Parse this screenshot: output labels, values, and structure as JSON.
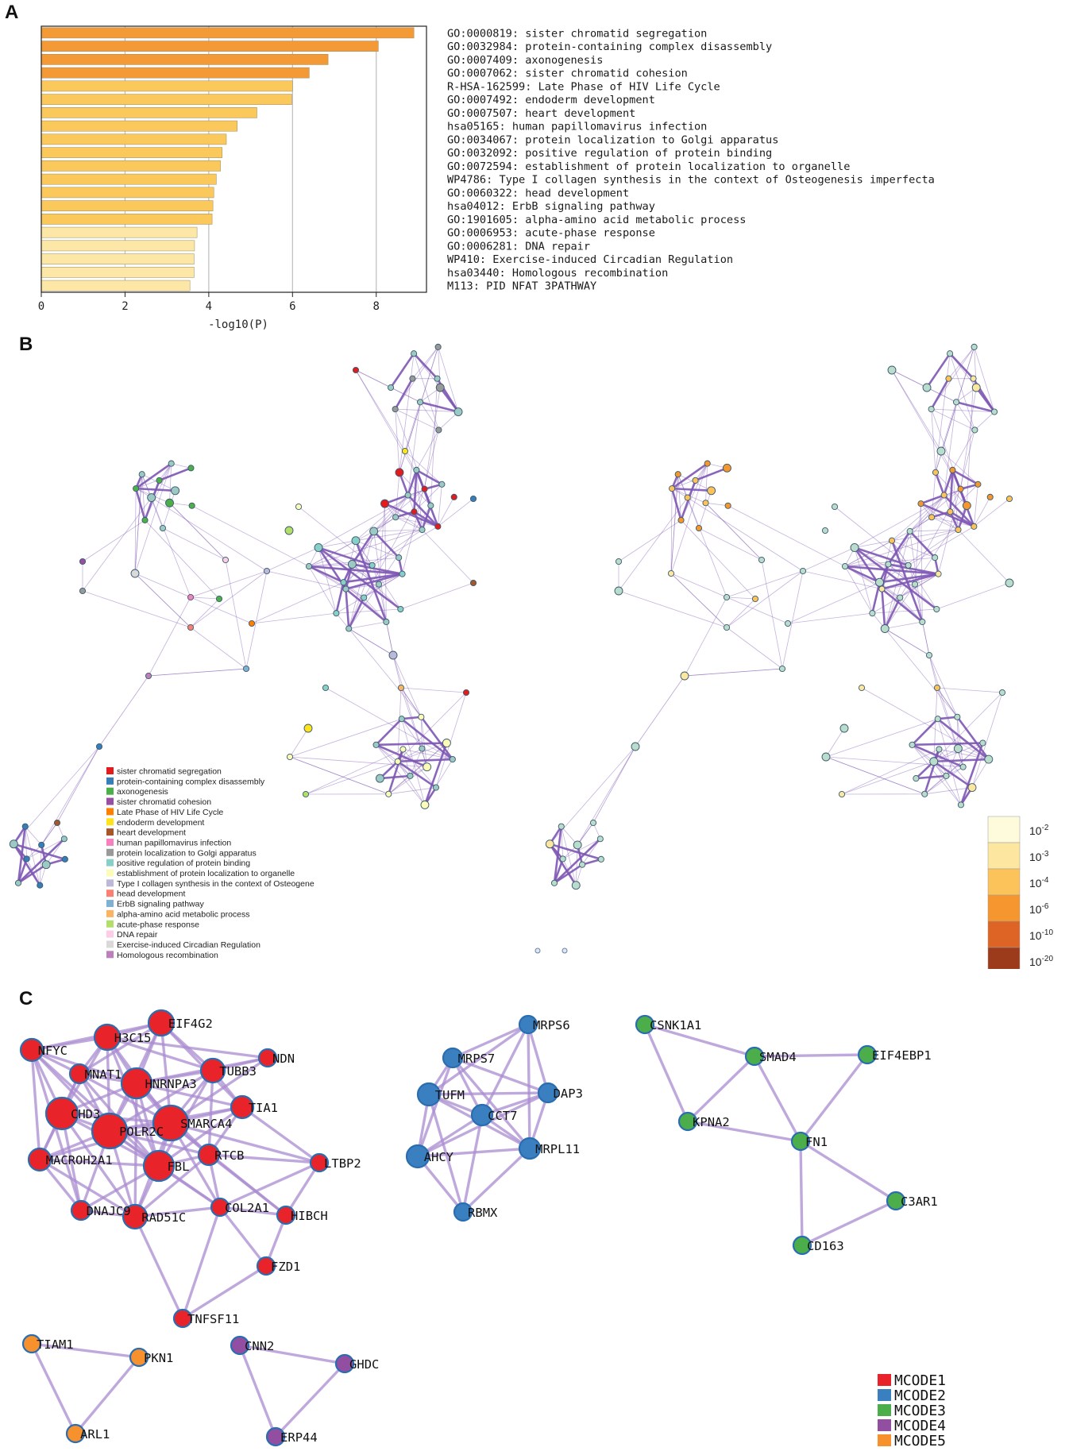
{
  "panels": {
    "a": "A",
    "b": "B",
    "c": "C"
  },
  "chart_data": [
    {
      "type": "bar",
      "orientation": "horizontal",
      "xlabel": "-log10(P)",
      "xlim": [
        0,
        9.2
      ],
      "xticks": [
        "0",
        "2",
        "4",
        "6",
        "8"
      ],
      "grid": true,
      "categories": [
        "GO:0000819: sister chromatid segregation",
        "GO:0032984: protein-containing complex disassembly",
        "GO:0007409: axonogenesis",
        "GO:0007062: sister chromatid cohesion",
        "R-HSA-162599: Late Phase of HIV Life Cycle",
        "GO:0007492: endoderm development",
        "GO:0007507: heart development",
        "hsa05165: human papillomavirus infection",
        "GO:0034067: protein localization to Golgi apparatus",
        "GO:0032092: positive regulation of protein binding",
        "GO:0072594: establishment of protein localization to organelle",
        "WP4786: Type I collagen synthesis in the context of Osteogenesis imperfecta",
        "GO:0060322: head development",
        "hsa04012: ErbB signaling pathway",
        "GO:1901605: alpha-amino acid metabolic process",
        "GO:0006953: acute-phase response",
        "GO:0006281: DNA repair",
        "WP410: Exercise-induced Circadian Regulation",
        "hsa03440: Homologous recombination",
        "M113: PID NFAT 3PATHWAY"
      ],
      "values": [
        8.9,
        8.05,
        6.85,
        6.4,
        6.0,
        5.98,
        5.15,
        4.68,
        4.42,
        4.32,
        4.28,
        4.18,
        4.12,
        4.1,
        4.08,
        3.72,
        3.66,
        3.65,
        3.65,
        3.55
      ],
      "colors": [
        "#f39a36",
        "#f39a36",
        "#f39a36",
        "#f39a36",
        "#fbc85c",
        "#fbc85c",
        "#fbc85c",
        "#fbc85c",
        "#fbc85c",
        "#fbc85c",
        "#fbc85c",
        "#fbc85c",
        "#fbc85c",
        "#fbc85c",
        "#fbc85c",
        "#fde7a6",
        "#fde7a6",
        "#fde7a6",
        "#fde7a6",
        "#fde7a6"
      ]
    },
    {
      "type": "network",
      "legend_terms": [
        {
          "label": "sister chromatid segregation",
          "color": "#e41a1c"
        },
        {
          "label": "protein-containing complex disassembly",
          "color": "#377eb8"
        },
        {
          "label": "axonogenesis",
          "color": "#4daf4a"
        },
        {
          "label": "sister chromatid cohesion",
          "color": "#984ea3"
        },
        {
          "label": "Late Phase of HIV Life Cycle",
          "color": "#ff7f00"
        },
        {
          "label": "endoderm development",
          "color": "#ffe41a"
        },
        {
          "label": "heart development",
          "color": "#a65628"
        },
        {
          "label": "human papillomavirus infection",
          "color": "#f781bf"
        },
        {
          "label": "protein localization to Golgi apparatus",
          "color": "#999999"
        },
        {
          "label": "positive regulation of protein binding",
          "color": "#88d0c7"
        },
        {
          "label": "establishment of protein localization to organelle",
          "color": "#fdfbb8"
        },
        {
          "label": "Type I collagen synthesis in the context of Osteogene",
          "color": "#bdb8da"
        },
        {
          "label": "head development",
          "color": "#fb8072"
        },
        {
          "label": "ErbB signaling pathway",
          "color": "#80b1d3"
        },
        {
          "label": "alpha-amino acid metabolic process",
          "color": "#fdb462"
        },
        {
          "label": "acute-phase response",
          "color": "#b3de69"
        },
        {
          "label": "DNA repair",
          "color": "#fccde5"
        },
        {
          "label": "Exercise-induced Circadian Regulation",
          "color": "#d9d9d9"
        },
        {
          "label": "Homologous recombination",
          "color": "#bc80bd"
        }
      ],
      "pvalue_scale": [
        {
          "base": "10",
          "exp": "-2",
          "color": "#fefbdc"
        },
        {
          "base": "10",
          "exp": "-3",
          "color": "#fde6a0"
        },
        {
          "base": "10",
          "exp": "-4",
          "color": "#fcc35a"
        },
        {
          "base": "10",
          "exp": "-6",
          "color": "#f5972e"
        },
        {
          "base": "10",
          "exp": "-10",
          "color": "#dd6425"
        },
        {
          "base": "10",
          "exp": "-20",
          "color": "#9c3a1c"
        }
      ]
    },
    {
      "type": "network",
      "modules": [
        {
          "name": "MCODE1",
          "color": "#e8242a"
        },
        {
          "name": "MCODE2",
          "color": "#3a80c0"
        },
        {
          "name": "MCODE3",
          "color": "#4cae4a"
        },
        {
          "name": "MCODE4",
          "color": "#924ea0"
        },
        {
          "name": "MCODE5",
          "color": "#f7912e"
        }
      ],
      "nodes": [
        {
          "id": "NFYC",
          "m": 0,
          "s": 14
        },
        {
          "id": "H3C15",
          "m": 0,
          "s": 16
        },
        {
          "id": "EIF4G2",
          "m": 0,
          "s": 16
        },
        {
          "id": "NDN",
          "m": 0,
          "s": 11
        },
        {
          "id": "MNAT1",
          "m": 0,
          "s": 12
        },
        {
          "id": "HNRNPA3",
          "m": 0,
          "s": 19
        },
        {
          "id": "TUBB3",
          "m": 0,
          "s": 15
        },
        {
          "id": "TIA1",
          "m": 0,
          "s": 14
        },
        {
          "id": "CHD3",
          "m": 0,
          "s": 20
        },
        {
          "id": "POLR2C",
          "m": 0,
          "s": 22
        },
        {
          "id": "SMARCA4",
          "m": 0,
          "s": 22
        },
        {
          "id": "MACROH2A1",
          "m": 0,
          "s": 14
        },
        {
          "id": "FBL",
          "m": 0,
          "s": 19
        },
        {
          "id": "RTCB",
          "m": 0,
          "s": 13
        },
        {
          "id": "LTBP2",
          "m": 0,
          "s": 11
        },
        {
          "id": "DNAJC9",
          "m": 0,
          "s": 12
        },
        {
          "id": "RAD51C",
          "m": 0,
          "s": 15
        },
        {
          "id": "COL2A1",
          "m": 0,
          "s": 11
        },
        {
          "id": "HIBCH",
          "m": 0,
          "s": 11
        },
        {
          "id": "FZD1",
          "m": 0,
          "s": 11
        },
        {
          "id": "TNFSF11",
          "m": 0,
          "s": 11
        },
        {
          "id": "MRPS7",
          "m": 1,
          "s": 12
        },
        {
          "id": "MRPS6",
          "m": 1,
          "s": 11
        },
        {
          "id": "TUFM",
          "m": 1,
          "s": 14
        },
        {
          "id": "DAP3",
          "m": 1,
          "s": 12
        },
        {
          "id": "CCT7",
          "m": 1,
          "s": 13
        },
        {
          "id": "AHCY",
          "m": 1,
          "s": 14
        },
        {
          "id": "MRPL11",
          "m": 1,
          "s": 13
        },
        {
          "id": "RBMX",
          "m": 1,
          "s": 11
        },
        {
          "id": "CSNK1A1",
          "m": 2,
          "s": 11
        },
        {
          "id": "SMAD4",
          "m": 2,
          "s": 11
        },
        {
          "id": "EIF4EBP1",
          "m": 2,
          "s": 11
        },
        {
          "id": "KPNA2",
          "m": 2,
          "s": 11
        },
        {
          "id": "FN1",
          "m": 2,
          "s": 11
        },
        {
          "id": "C3AR1",
          "m": 2,
          "s": 11
        },
        {
          "id": "CD163",
          "m": 2,
          "s": 11
        },
        {
          "id": "TIAM1",
          "m": 4,
          "s": 11
        },
        {
          "id": "PKN1",
          "m": 4,
          "s": 11
        },
        {
          "id": "ARL1",
          "m": 4,
          "s": 11
        },
        {
          "id": "CNN2",
          "m": 3,
          "s": 11
        },
        {
          "id": "GHDC",
          "m": 3,
          "s": 11
        },
        {
          "id": "ERP44",
          "m": 3,
          "s": 11
        }
      ],
      "edges": [
        [
          "NFYC",
          "H3C15"
        ],
        [
          "NFYC",
          "MNAT1"
        ],
        [
          "NFYC",
          "CHD3"
        ],
        [
          "NFYC",
          "POLR2C"
        ],
        [
          "NFYC",
          "MACROH2A1"
        ],
        [
          "NFYC",
          "HNRNPA3"
        ],
        [
          "NFYC",
          "DNAJC9"
        ],
        [
          "NFYC",
          "FBL"
        ],
        [
          "NFYC",
          "EIF4G2"
        ],
        [
          "H3C15",
          "EIF4G2"
        ],
        [
          "H3C15",
          "MNAT1"
        ],
        [
          "H3C15",
          "HNRNPA3"
        ],
        [
          "H3C15",
          "TUBB3"
        ],
        [
          "H3C15",
          "CHD3"
        ],
        [
          "H3C15",
          "POLR2C"
        ],
        [
          "H3C15",
          "SMARCA4"
        ],
        [
          "H3C15",
          "FBL"
        ],
        [
          "H3C15",
          "NDN"
        ],
        [
          "EIF4G2",
          "HNRNPA3"
        ],
        [
          "EIF4G2",
          "TUBB3"
        ],
        [
          "EIF4G2",
          "MNAT1"
        ],
        [
          "EIF4G2",
          "POLR2C"
        ],
        [
          "EIF4G2",
          "SMARCA4"
        ],
        [
          "EIF4G2",
          "TIA1"
        ],
        [
          "NDN",
          "TUBB3"
        ],
        [
          "NDN",
          "HNRNPA3"
        ],
        [
          "NDN",
          "SMARCA4"
        ],
        [
          "MNAT1",
          "HNRNPA3"
        ],
        [
          "MNAT1",
          "CHD3"
        ],
        [
          "MNAT1",
          "POLR2C"
        ],
        [
          "MNAT1",
          "SMARCA4"
        ],
        [
          "MNAT1",
          "FBL"
        ],
        [
          "MNAT1",
          "MACROH2A1"
        ],
        [
          "HNRNPA3",
          "TUBB3"
        ],
        [
          "HNRNPA3",
          "CHD3"
        ],
        [
          "HNRNPA3",
          "POLR2C"
        ],
        [
          "HNRNPA3",
          "SMARCA4"
        ],
        [
          "HNRNPA3",
          "FBL"
        ],
        [
          "HNRNPA3",
          "TIA1"
        ],
        [
          "HNRNPA3",
          "RTCB"
        ],
        [
          "HNRNPA3",
          "RAD51C"
        ],
        [
          "TUBB3",
          "SMARCA4"
        ],
        [
          "TUBB3",
          "TIA1"
        ],
        [
          "TUBB3",
          "POLR2C"
        ],
        [
          "TUBB3",
          "FBL"
        ],
        [
          "TUBB3",
          "RTCB"
        ],
        [
          "TIA1",
          "SMARCA4"
        ],
        [
          "TIA1",
          "POLR2C"
        ],
        [
          "TIA1",
          "FBL"
        ],
        [
          "TIA1",
          "RTCB"
        ],
        [
          "TIA1",
          "LTBP2"
        ],
        [
          "CHD3",
          "POLR2C"
        ],
        [
          "CHD3",
          "SMARCA4"
        ],
        [
          "CHD3",
          "MACROH2A1"
        ],
        [
          "CHD3",
          "FBL"
        ],
        [
          "CHD3",
          "DNAJC9"
        ],
        [
          "CHD3",
          "RAD51C"
        ],
        [
          "POLR2C",
          "SMARCA4"
        ],
        [
          "POLR2C",
          "MACROH2A1"
        ],
        [
          "POLR2C",
          "FBL"
        ],
        [
          "POLR2C",
          "RTCB"
        ],
        [
          "POLR2C",
          "DNAJC9"
        ],
        [
          "POLR2C",
          "RAD51C"
        ],
        [
          "POLR2C",
          "COL2A1"
        ],
        [
          "SMARCA4",
          "FBL"
        ],
        [
          "SMARCA4",
          "RTCB"
        ],
        [
          "SMARCA4",
          "RAD51C"
        ],
        [
          "SMARCA4",
          "COL2A1"
        ],
        [
          "SMARCA4",
          "MACROH2A1"
        ],
        [
          "SMARCA4",
          "LTBP2"
        ],
        [
          "SMARCA4",
          "HIBCH"
        ],
        [
          "MACROH2A1",
          "FBL"
        ],
        [
          "MACROH2A1",
          "DNAJC9"
        ],
        [
          "MACROH2A1",
          "RAD51C"
        ],
        [
          "FBL",
          "RTCB"
        ],
        [
          "FBL",
          "DNAJC9"
        ],
        [
          "FBL",
          "RAD51C"
        ],
        [
          "FBL",
          "COL2A1"
        ],
        [
          "RTCB",
          "LTBP2"
        ],
        [
          "RTCB",
          "COL2A1"
        ],
        [
          "RTCB",
          "RAD51C"
        ],
        [
          "RTCB",
          "HIBCH"
        ],
        [
          "DNAJC9",
          "RAD51C"
        ],
        [
          "RAD51C",
          "COL2A1"
        ],
        [
          "RAD51C",
          "TNFSF11"
        ],
        [
          "COL2A1",
          "HIBCH"
        ],
        [
          "COL2A1",
          "FZD1"
        ],
        [
          "COL2A1",
          "TNFSF11"
        ],
        [
          "COL2A1",
          "LTBP2"
        ],
        [
          "HIBCH",
          "FZD1"
        ],
        [
          "FZD1",
          "TNFSF11"
        ],
        [
          "LTBP2",
          "HIBCH"
        ],
        [
          "MRPS7",
          "MRPS6"
        ],
        [
          "MRPS7",
          "TUFM"
        ],
        [
          "MRPS7",
          "DAP3"
        ],
        [
          "MRPS7",
          "CCT7"
        ],
        [
          "MRPS7",
          "AHCY"
        ],
        [
          "MRPS7",
          "MRPL11"
        ],
        [
          "MRPS6",
          "DAP3"
        ],
        [
          "MRPS6",
          "CCT7"
        ],
        [
          "MRPS6",
          "TUFM"
        ],
        [
          "MRPS6",
          "MRPL11"
        ],
        [
          "TUFM",
          "CCT7"
        ],
        [
          "TUFM",
          "AHCY"
        ],
        [
          "TUFM",
          "DAP3"
        ],
        [
          "TUFM",
          "MRPL11"
        ],
        [
          "TUFM",
          "RBMX"
        ],
        [
          "DAP3",
          "CCT7"
        ],
        [
          "DAP3",
          "MRPL11"
        ],
        [
          "DAP3",
          "AHCY"
        ],
        [
          "CCT7",
          "AHCY"
        ],
        [
          "CCT7",
          "MRPL11"
        ],
        [
          "CCT7",
          "RBMX"
        ],
        [
          "AHCY",
          "MRPL11"
        ],
        [
          "AHCY",
          "RBMX"
        ],
        [
          "MRPL11",
          "RBMX"
        ],
        [
          "CSNK1A1",
          "SMAD4"
        ],
        [
          "CSNK1A1",
          "KPNA2"
        ],
        [
          "SMAD4",
          "EIF4EBP1"
        ],
        [
          "SMAD4",
          "KPNA2"
        ],
        [
          "SMAD4",
          "FN1"
        ],
        [
          "EIF4EBP1",
          "FN1"
        ],
        [
          "KPNA2",
          "FN1"
        ],
        [
          "FN1",
          "C3AR1"
        ],
        [
          "FN1",
          "CD163"
        ],
        [
          "C3AR1",
          "CD163"
        ],
        [
          "TIAM1",
          "PKN1"
        ],
        [
          "TIAM1",
          "ARL1"
        ],
        [
          "PKN1",
          "ARL1"
        ],
        [
          "CNN2",
          "GHDC"
        ],
        [
          "CNN2",
          "ERP44"
        ],
        [
          "GHDC",
          "ERP44"
        ]
      ]
    }
  ]
}
